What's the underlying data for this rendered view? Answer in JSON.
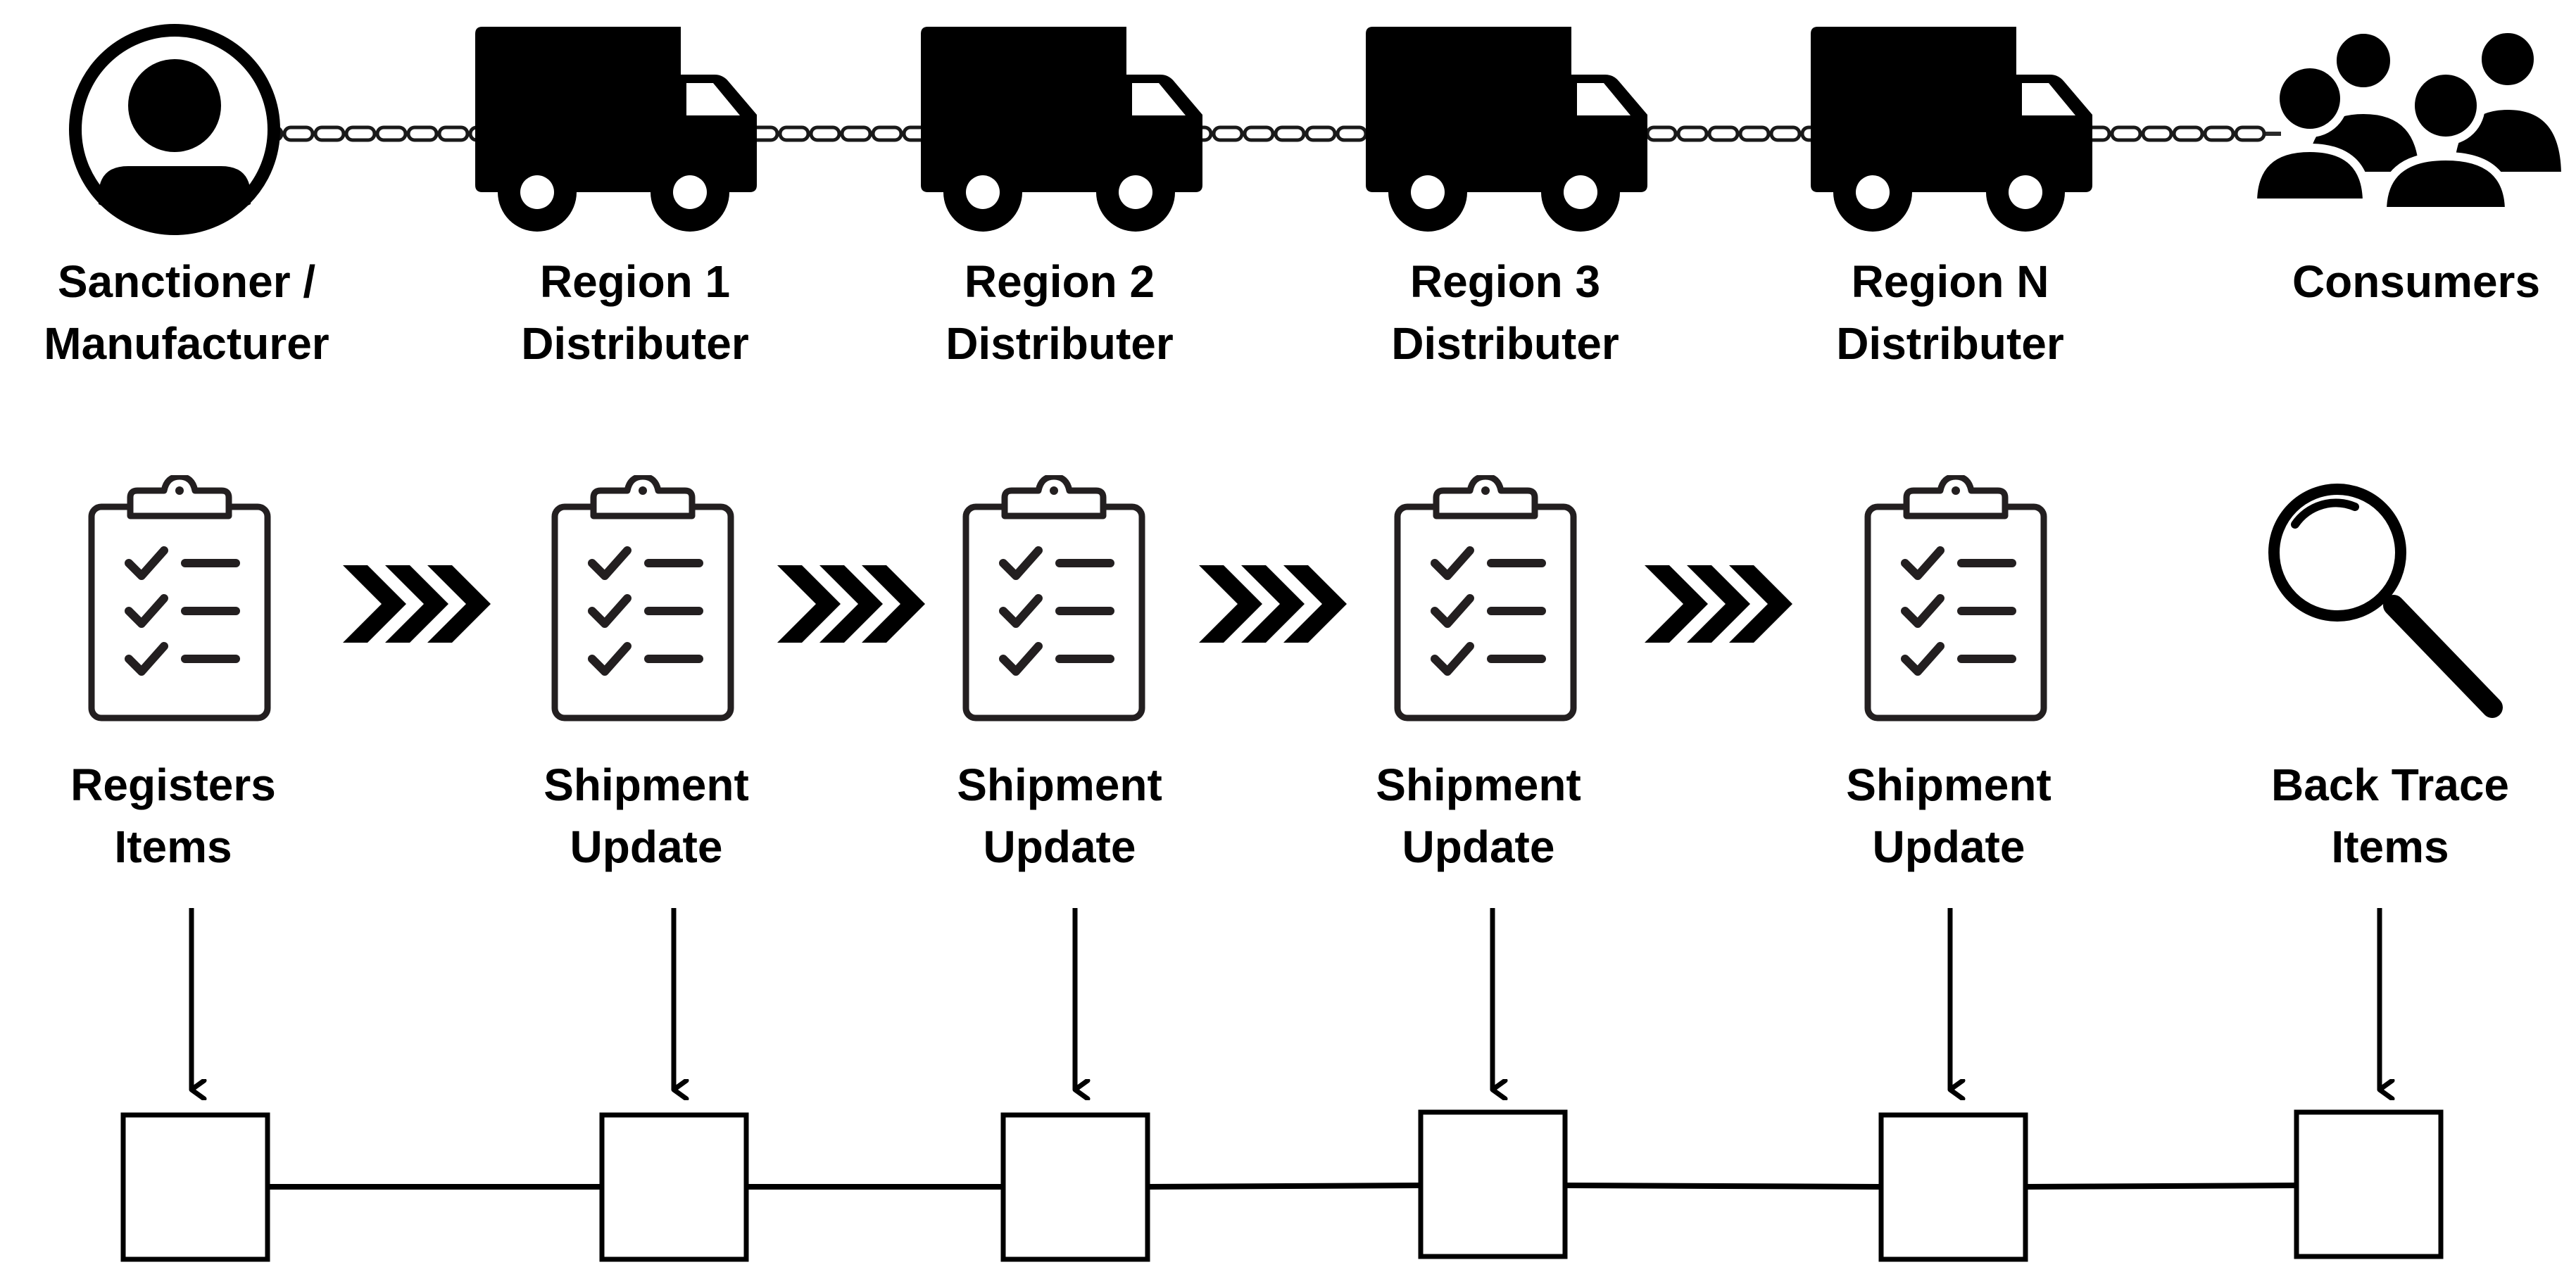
{
  "colors": {
    "ink": "#000000",
    "background": "#ffffff",
    "chain_light": "#c8c8c8"
  },
  "participants": [
    {
      "id": "sanctioner",
      "icon": "person-icon",
      "label_lines": [
        "Sanctioner /",
        "Manufacturer"
      ]
    },
    {
      "id": "region1",
      "icon": "truck-icon",
      "label_lines": [
        "Region 1",
        "Distributer"
      ]
    },
    {
      "id": "region2",
      "icon": "truck-icon",
      "label_lines": [
        "Region 2",
        "Distributer"
      ]
    },
    {
      "id": "region3",
      "icon": "truck-icon",
      "label_lines": [
        "Region 3",
        "Distributer"
      ]
    },
    {
      "id": "regionN",
      "icon": "truck-icon",
      "label_lines": [
        "Region N",
        "Distributer"
      ]
    },
    {
      "id": "consumers",
      "icon": "people-icon",
      "label_lines": [
        "Consumers"
      ]
    }
  ],
  "actions": [
    {
      "id": "register",
      "icon": "clipboard-checklist-icon",
      "label_lines": [
        "Registers",
        "Items"
      ]
    },
    {
      "id": "ship1",
      "icon": "clipboard-checklist-icon",
      "label_lines": [
        "Shipment",
        "Update"
      ]
    },
    {
      "id": "ship2",
      "icon": "clipboard-checklist-icon",
      "label_lines": [
        "Shipment",
        "Update"
      ]
    },
    {
      "id": "ship3",
      "icon": "clipboard-checklist-icon",
      "label_lines": [
        "Shipment",
        "Update"
      ]
    },
    {
      "id": "shipN",
      "icon": "clipboard-checklist-icon",
      "label_lines": [
        "Shipment",
        "Update"
      ]
    },
    {
      "id": "trace",
      "icon": "magnifier-icon",
      "label_lines": [
        "Back Trace",
        "Items"
      ]
    }
  ],
  "connector_icons": {
    "chain": "chain-link-icon",
    "chevrons": "triple-chevron-icon",
    "arrow": "down-arrow-icon",
    "block": "block-box-icon"
  }
}
